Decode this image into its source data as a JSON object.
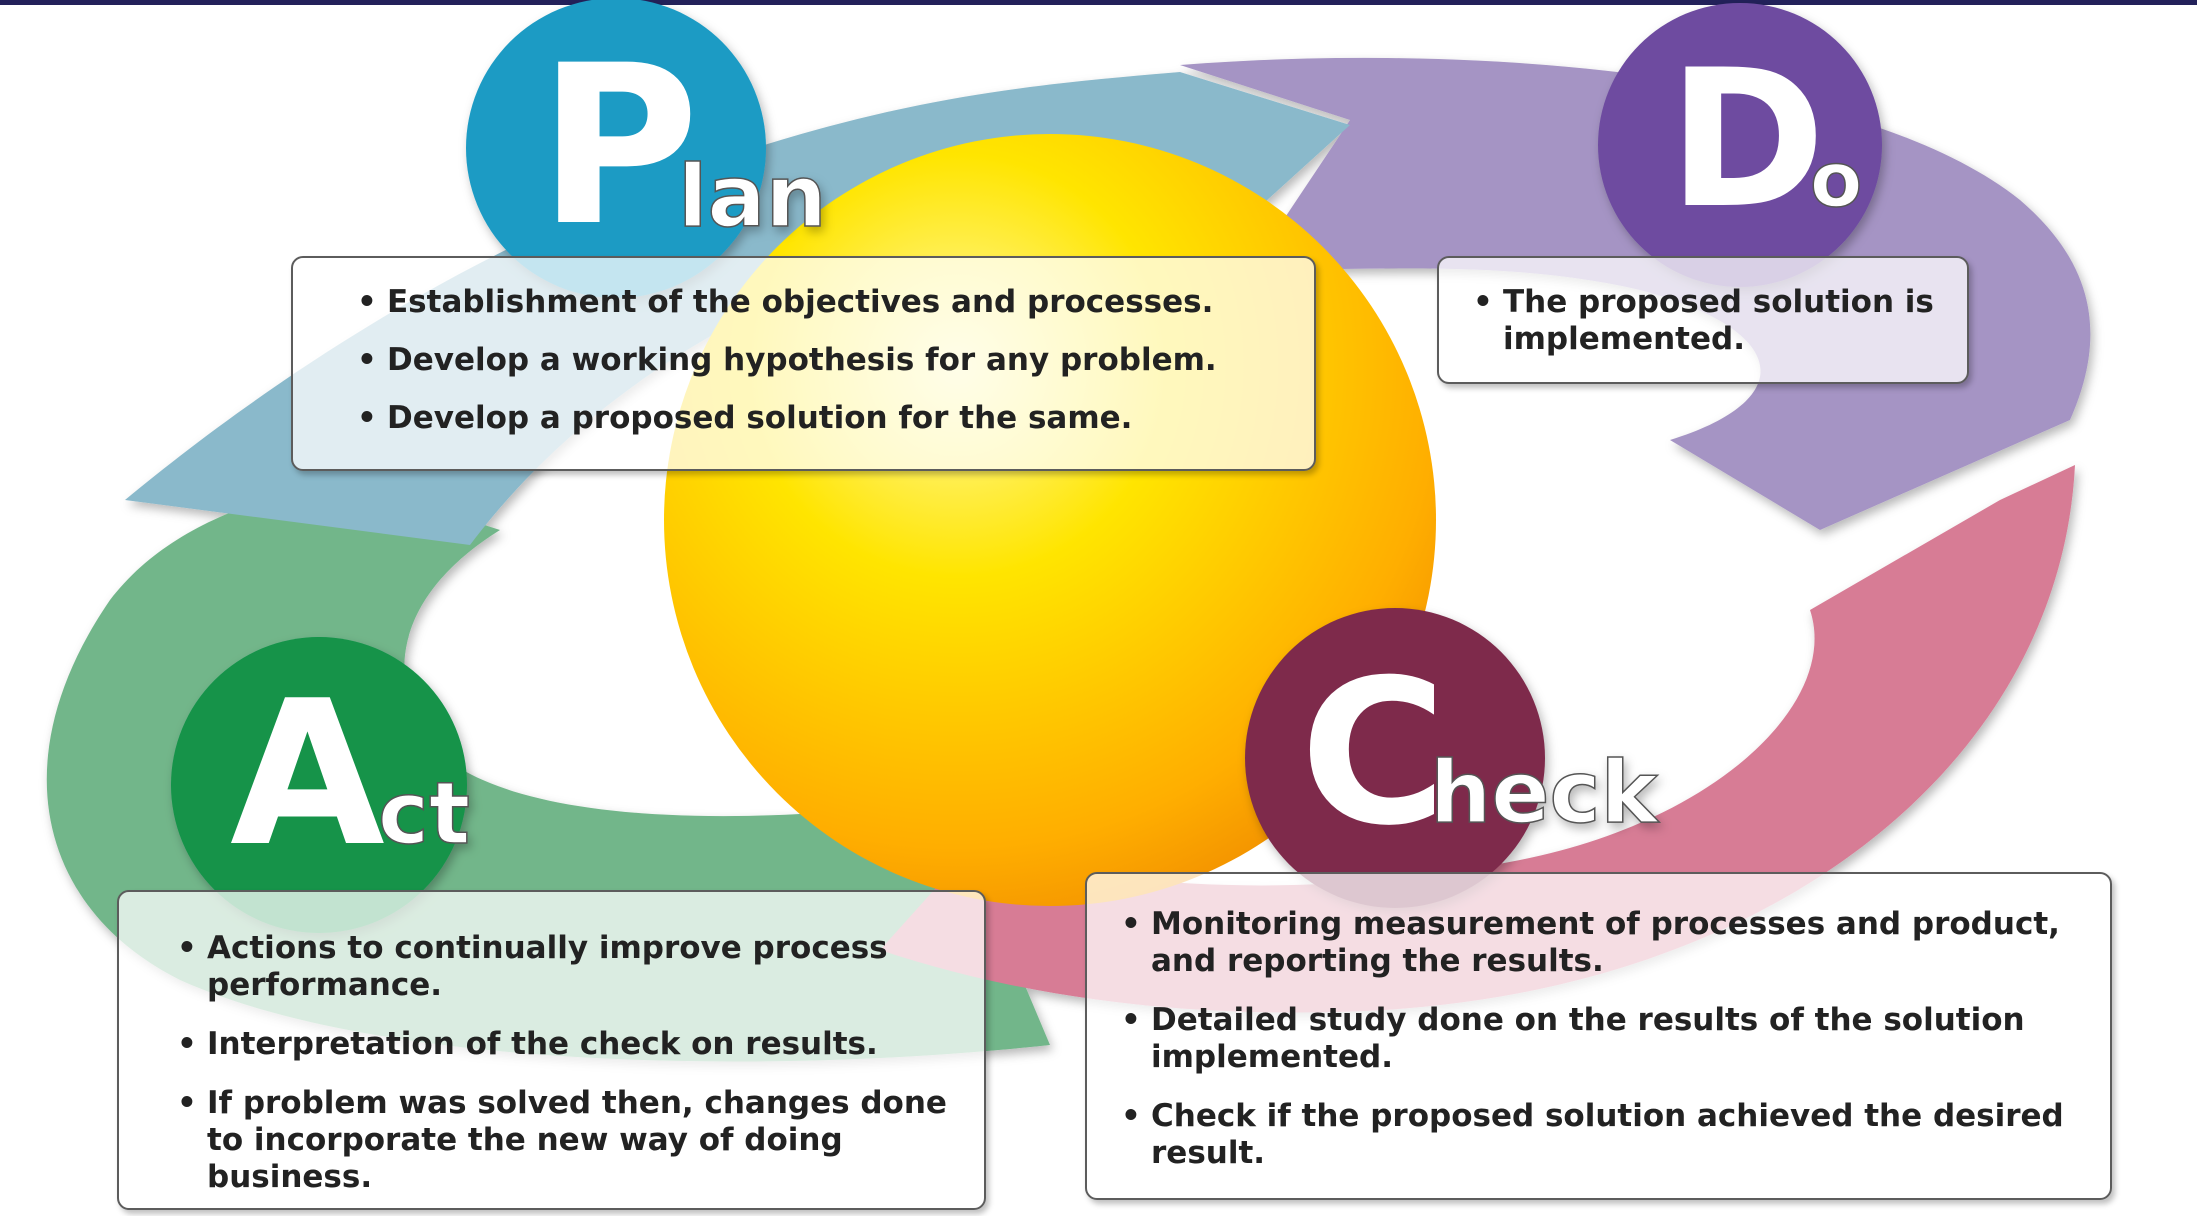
{
  "colors": {
    "plan": "#1c9bc4",
    "do": "#6e4ca0",
    "check": "#7e2c4c",
    "act": "#12934a",
    "plan_arrow": "#8ab9cb",
    "do_arrow": "#a594c4",
    "check_arrow": "#d77b95",
    "act_arrow": "#72b68a",
    "sun_center": "#fff9a8",
    "sun_edge": "#f08c00"
  },
  "stages": {
    "plan": {
      "initial": "P",
      "rest": "lan",
      "bullet": "•",
      "items": [
        "Establishment of the objectives and processes.",
        "Develop a working hypothesis for any problem.",
        "Develop a proposed solution for the same."
      ]
    },
    "do": {
      "initial": "D",
      "rest": "o",
      "bullet": "•",
      "items": [
        "The proposed solution is implemented."
      ]
    },
    "check": {
      "initial": "C",
      "rest": "heck",
      "bullet": "•",
      "items": [
        "Monitoring measurement of processes and product, and reporting the results.",
        "Detailed study done on the results of the solution implemented.",
        "Check if the proposed solution achieved the desired result."
      ]
    },
    "act": {
      "initial": "A",
      "rest": "ct",
      "bullet": "•",
      "items": [
        "Actions to continually improve process performance.",
        "Interpretation of the check on results.",
        "If problem was solved then, changes done to incorporate the new way of doing business."
      ]
    }
  }
}
